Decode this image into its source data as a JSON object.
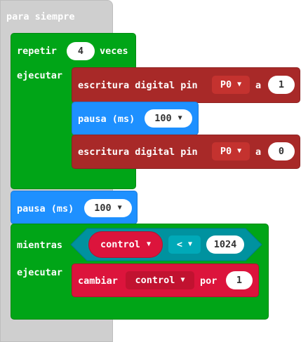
{
  "forever": {
    "label": "para siempre"
  },
  "repeat": {
    "label_repeat": "repetir",
    "times_value": "4",
    "label_times": "veces",
    "label_do": "ejecutar"
  },
  "dw1": {
    "label": "escritura digital pin",
    "pin": "P0",
    "label_to": "a",
    "value": "1"
  },
  "pause1": {
    "label": "pausa (ms)",
    "value": "100"
  },
  "dw2": {
    "label": "escritura digital pin",
    "pin": "P0",
    "label_to": "a",
    "value": "0"
  },
  "pause2": {
    "label": "pausa (ms)",
    "value": "100"
  },
  "while": {
    "label_while": "mientras",
    "label_do": "ejecutar",
    "var": "control",
    "op": "<",
    "value": "1024"
  },
  "change": {
    "label": "cambiar",
    "var": "control",
    "label_by": "por",
    "value": "1"
  },
  "colors": {
    "forever_bg": "#cfcfcf",
    "loop_green": "#00a517",
    "pins_red": "#a82928",
    "basic_blue": "#1e90ff",
    "logic_teal": "#00929f",
    "variables_red": "#dc143c",
    "dropdown_red": "#c11230",
    "border_green": "#008a11"
  }
}
